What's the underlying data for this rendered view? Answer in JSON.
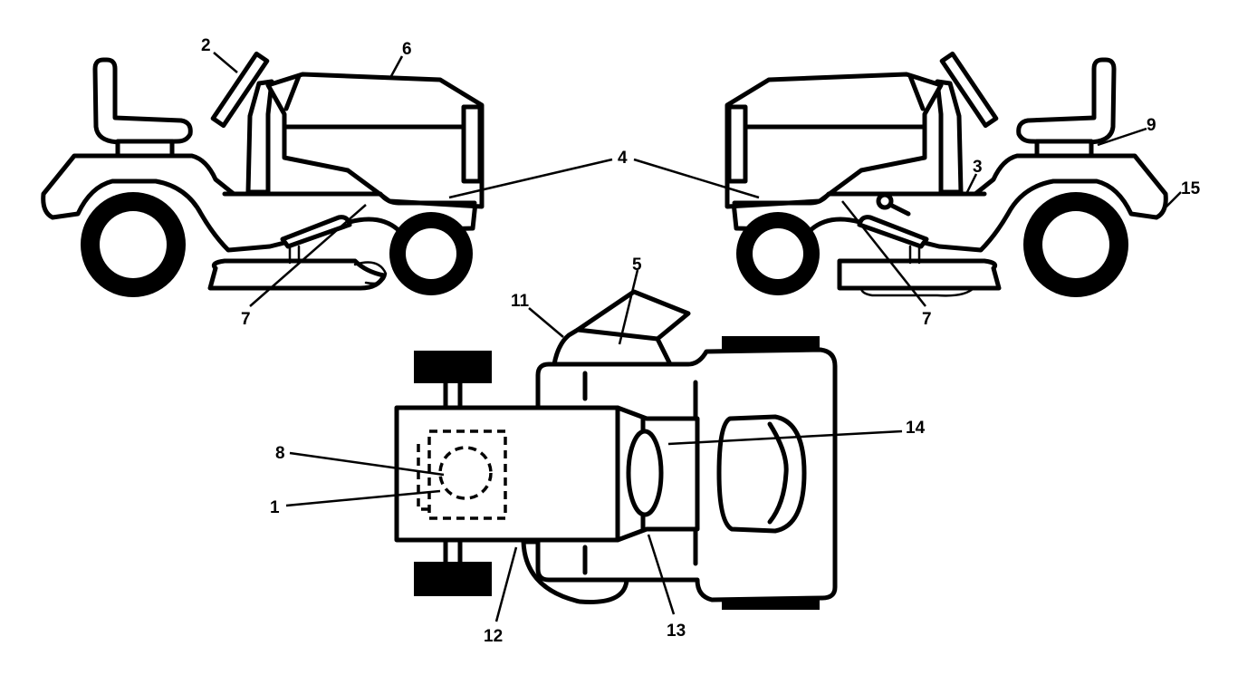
{
  "callouts": {
    "c1": "1",
    "c2": "2",
    "c3": "3",
    "c4": "4",
    "c5": "5",
    "c6": "6",
    "c7_left": "7",
    "c7_right": "7",
    "c8": "8",
    "c9": "9",
    "c11": "11",
    "c12": "12",
    "c13": "13",
    "c14": "14",
    "c15": "15"
  }
}
